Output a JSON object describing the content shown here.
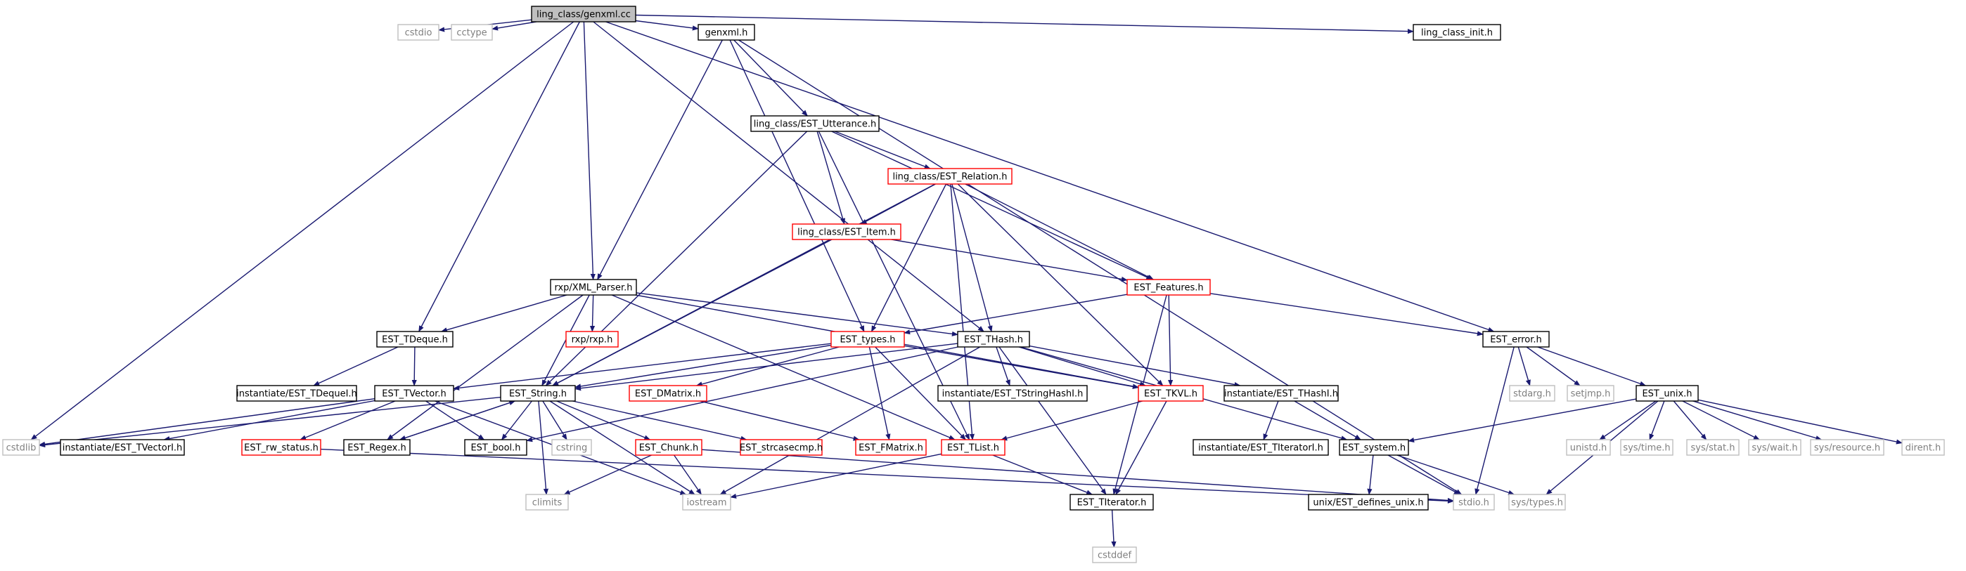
{
  "colors": {
    "edge": "#191970",
    "border_default": "#000000",
    "border_truncated": "#ff0000",
    "border_external": "#bfbfbf",
    "fill_root": "#bfbfbf",
    "fill_node": "#ffffff",
    "text_default": "#000000",
    "text_external": "#7f7f7f"
  },
  "nodes": [
    {
      "id": "genxml_cc",
      "label": "ling_class/genxml.cc",
      "kind": "root"
    },
    {
      "id": "cstdio",
      "label": "cstdio",
      "kind": "external"
    },
    {
      "id": "cctype",
      "label": "cctype",
      "kind": "external"
    },
    {
      "id": "genxml_h",
      "label": "genxml.h",
      "kind": "normal"
    },
    {
      "id": "ling_class_init_h",
      "label": "ling_class_init.h",
      "kind": "normal"
    },
    {
      "id": "est_utterance_h",
      "label": "ling_class/EST_Utterance.h",
      "kind": "normal"
    },
    {
      "id": "est_relation_h",
      "label": "ling_class/EST_Relation.h",
      "kind": "truncated"
    },
    {
      "id": "est_item_h",
      "label": "ling_class/EST_Item.h",
      "kind": "truncated"
    },
    {
      "id": "xml_parser_h",
      "label": "rxp/XML_Parser.h",
      "kind": "normal"
    },
    {
      "id": "est_features_h",
      "label": "EST_Features.h",
      "kind": "truncated"
    },
    {
      "id": "est_tdeque_h",
      "label": "EST_TDeque.h",
      "kind": "normal"
    },
    {
      "id": "rxp_h",
      "label": "rxp/rxp.h",
      "kind": "truncated"
    },
    {
      "id": "est_types_h",
      "label": "EST_types.h",
      "kind": "truncated"
    },
    {
      "id": "est_thash_h",
      "label": "EST_THash.h",
      "kind": "normal"
    },
    {
      "id": "est_error_h",
      "label": "EST_error.h",
      "kind": "normal"
    },
    {
      "id": "inst_tdequei_h",
      "label": "instantiate/EST_TDequeI.h",
      "kind": "normal"
    },
    {
      "id": "est_tvector_h",
      "label": "EST_TVector.h",
      "kind": "normal"
    },
    {
      "id": "est_string_h",
      "label": "EST_String.h",
      "kind": "normal"
    },
    {
      "id": "est_dmatrix_h",
      "label": "EST_DMatrix.h",
      "kind": "truncated"
    },
    {
      "id": "inst_tstringhashi_h",
      "label": "instantiate/EST_TStringHashI.h",
      "kind": "normal"
    },
    {
      "id": "est_tkvl_h",
      "label": "EST_TKVL.h",
      "kind": "truncated"
    },
    {
      "id": "inst_thashi_h",
      "label": "instantiate/EST_THashI.h",
      "kind": "normal"
    },
    {
      "id": "stdarg_h",
      "label": "stdarg.h",
      "kind": "external"
    },
    {
      "id": "setjmp_h",
      "label": "setjmp.h",
      "kind": "external"
    },
    {
      "id": "est_unix_h",
      "label": "EST_unix.h",
      "kind": "normal"
    },
    {
      "id": "cstdlib",
      "label": "cstdlib",
      "kind": "external"
    },
    {
      "id": "inst_tvectori_h",
      "label": "instantiate/EST_TVectorI.h",
      "kind": "normal"
    },
    {
      "id": "est_rw_status_h",
      "label": "EST_rw_status.h",
      "kind": "truncated"
    },
    {
      "id": "est_regex_h",
      "label": "EST_Regex.h",
      "kind": "normal"
    },
    {
      "id": "est_bool_h",
      "label": "EST_bool.h",
      "kind": "normal"
    },
    {
      "id": "cstring",
      "label": "cstring",
      "kind": "external"
    },
    {
      "id": "est_chunk_h",
      "label": "EST_Chunk.h",
      "kind": "truncated"
    },
    {
      "id": "est_strcasecmp_h",
      "label": "EST_strcasecmp.h",
      "kind": "truncated"
    },
    {
      "id": "est_fmatrix_h",
      "label": "EST_FMatrix.h",
      "kind": "truncated"
    },
    {
      "id": "est_tlist_h",
      "label": "EST_TList.h",
      "kind": "truncated"
    },
    {
      "id": "inst_titeratori_h",
      "label": "instantiate/EST_TIteratorI.h",
      "kind": "normal"
    },
    {
      "id": "est_system_h",
      "label": "EST_system.h",
      "kind": "normal"
    },
    {
      "id": "unistd_h",
      "label": "unistd.h",
      "kind": "external"
    },
    {
      "id": "sys_time_h",
      "label": "sys/time.h",
      "kind": "external"
    },
    {
      "id": "sys_stat_h",
      "label": "sys/stat.h",
      "kind": "external"
    },
    {
      "id": "sys_wait_h",
      "label": "sys/wait.h",
      "kind": "external"
    },
    {
      "id": "sys_resource_h",
      "label": "sys/resource.h",
      "kind": "external"
    },
    {
      "id": "dirent_h",
      "label": "dirent.h",
      "kind": "external"
    },
    {
      "id": "climits",
      "label": "climits",
      "kind": "external"
    },
    {
      "id": "iostream",
      "label": "iostream",
      "kind": "external"
    },
    {
      "id": "est_titerator_h",
      "label": "EST_TIterator.h",
      "kind": "normal"
    },
    {
      "id": "unix_est_defines_unix_h",
      "label": "unix/EST_defines_unix.h",
      "kind": "normal"
    },
    {
      "id": "stdio_h",
      "label": "stdio.h",
      "kind": "external"
    },
    {
      "id": "sys_types_h",
      "label": "sys/types.h",
      "kind": "external"
    },
    {
      "id": "cstddef",
      "label": "cstddef",
      "kind": "external"
    }
  ],
  "edges": [
    [
      "genxml_cc",
      "cstdio"
    ],
    [
      "genxml_cc",
      "cctype"
    ],
    [
      "genxml_cc",
      "genxml_h"
    ],
    [
      "genxml_cc",
      "ling_class_init_h"
    ],
    [
      "genxml_cc",
      "cstdlib"
    ],
    [
      "genxml_cc",
      "est_tdeque_h"
    ],
    [
      "genxml_cc",
      "xml_parser_h"
    ],
    [
      "genxml_cc",
      "est_thash_h"
    ],
    [
      "genxml_cc",
      "est_error_h"
    ],
    [
      "genxml_h",
      "est_utterance_h"
    ],
    [
      "genxml_h",
      "xml_parser_h"
    ],
    [
      "genxml_h",
      "est_types_h"
    ],
    [
      "genxml_h",
      "stdio_h"
    ],
    [
      "est_utterance_h",
      "est_relation_h"
    ],
    [
      "est_utterance_h",
      "est_item_h"
    ],
    [
      "est_utterance_h",
      "est_features_h"
    ],
    [
      "est_utterance_h",
      "est_string_h"
    ],
    [
      "est_utterance_h",
      "est_tlist_h"
    ],
    [
      "est_relation_h",
      "est_item_h"
    ],
    [
      "est_relation_h",
      "est_features_h"
    ],
    [
      "est_relation_h",
      "est_types_h"
    ],
    [
      "est_relation_h",
      "est_thash_h"
    ],
    [
      "est_relation_h",
      "est_tkvl_h"
    ],
    [
      "est_relation_h",
      "est_tlist_h"
    ],
    [
      "est_relation_h",
      "est_string_h"
    ],
    [
      "est_item_h",
      "est_features_h"
    ],
    [
      "est_item_h",
      "est_string_h"
    ],
    [
      "xml_parser_h",
      "est_tdeque_h"
    ],
    [
      "xml_parser_h",
      "rxp_h"
    ],
    [
      "xml_parser_h",
      "est_thash_h"
    ],
    [
      "xml_parser_h",
      "est_string_h"
    ],
    [
      "xml_parser_h",
      "est_regex_h"
    ],
    [
      "xml_parser_h",
      "est_tlist_h"
    ],
    [
      "xml_parser_h",
      "est_tkvl_h"
    ],
    [
      "est_features_h",
      "est_types_h"
    ],
    [
      "est_features_h",
      "est_tkvl_h"
    ],
    [
      "est_features_h",
      "est_error_h"
    ],
    [
      "est_features_h",
      "est_titerator_h"
    ],
    [
      "est_tdeque_h",
      "inst_tdequei_h"
    ],
    [
      "est_tdeque_h",
      "est_tvector_h"
    ],
    [
      "est_types_h",
      "est_string_h"
    ],
    [
      "est_types_h",
      "est_dmatrix_h"
    ],
    [
      "est_types_h",
      "est_fmatrix_h"
    ],
    [
      "est_types_h",
      "est_tlist_h"
    ],
    [
      "est_types_h",
      "est_tkvl_h"
    ],
    [
      "est_types_h",
      "est_tvector_h"
    ],
    [
      "est_thash_h",
      "est_string_h"
    ],
    [
      "est_thash_h",
      "inst_tstringhashi_h"
    ],
    [
      "est_thash_h",
      "est_tkvl_h"
    ],
    [
      "est_thash_h",
      "inst_thashi_h"
    ],
    [
      "est_thash_h",
      "est_system_h"
    ],
    [
      "est_thash_h",
      "est_titerator_h"
    ],
    [
      "est_thash_h",
      "est_bool_h"
    ],
    [
      "est_thash_h",
      "iostream"
    ],
    [
      "est_error_h",
      "stdarg_h"
    ],
    [
      "est_error_h",
      "setjmp_h"
    ],
    [
      "est_error_h",
      "est_unix_h"
    ],
    [
      "est_error_h",
      "stdio_h"
    ],
    [
      "est_tvector_h",
      "cstdlib"
    ],
    [
      "est_tvector_h",
      "inst_tvectori_h"
    ],
    [
      "est_tvector_h",
      "est_rw_status_h"
    ],
    [
      "est_tvector_h",
      "est_bool_h"
    ],
    [
      "est_tvector_h",
      "iostream"
    ],
    [
      "est_string_h",
      "est_regex_h"
    ],
    [
      "est_string_h",
      "est_bool_h"
    ],
    [
      "est_string_h",
      "cstring"
    ],
    [
      "est_string_h",
      "est_chunk_h"
    ],
    [
      "est_string_h",
      "est_strcasecmp_h"
    ],
    [
      "est_string_h",
      "iostream"
    ],
    [
      "est_string_h",
      "climits"
    ],
    [
      "est_string_h",
      "cstdlib"
    ],
    [
      "est_regex_h",
      "est_string_h"
    ],
    [
      "est_chunk_h",
      "climits"
    ],
    [
      "est_chunk_h",
      "iostream"
    ],
    [
      "est_chunk_h",
      "stdio_h"
    ],
    [
      "est_rw_status_h",
      "stdio_h"
    ],
    [
      "est_dmatrix_h",
      "est_fmatrix_h"
    ],
    [
      "est_tkvl_h",
      "est_tlist_h"
    ],
    [
      "est_tkvl_h",
      "est_titerator_h"
    ],
    [
      "inst_thashi_h",
      "inst_titeratori_h"
    ],
    [
      "inst_thashi_h",
      "est_system_h"
    ],
    [
      "est_tlist_h",
      "est_titerator_h"
    ],
    [
      "est_tlist_h",
      "iostream"
    ],
    [
      "est_unix_h",
      "est_system_h"
    ],
    [
      "est_unix_h",
      "unistd_h"
    ],
    [
      "est_unix_h",
      "sys_time_h"
    ],
    [
      "est_unix_h",
      "sys_stat_h"
    ],
    [
      "est_unix_h",
      "sys_wait_h"
    ],
    [
      "est_unix_h",
      "sys_resource_h"
    ],
    [
      "est_unix_h",
      "dirent_h"
    ],
    [
      "est_unix_h",
      "sys_types_h"
    ],
    [
      "est_system_h",
      "unix_est_defines_unix_h"
    ],
    [
      "est_system_h",
      "stdio_h"
    ],
    [
      "est_system_h",
      "sys_types_h"
    ],
    [
      "est_titerator_h",
      "cstddef"
    ]
  ]
}
